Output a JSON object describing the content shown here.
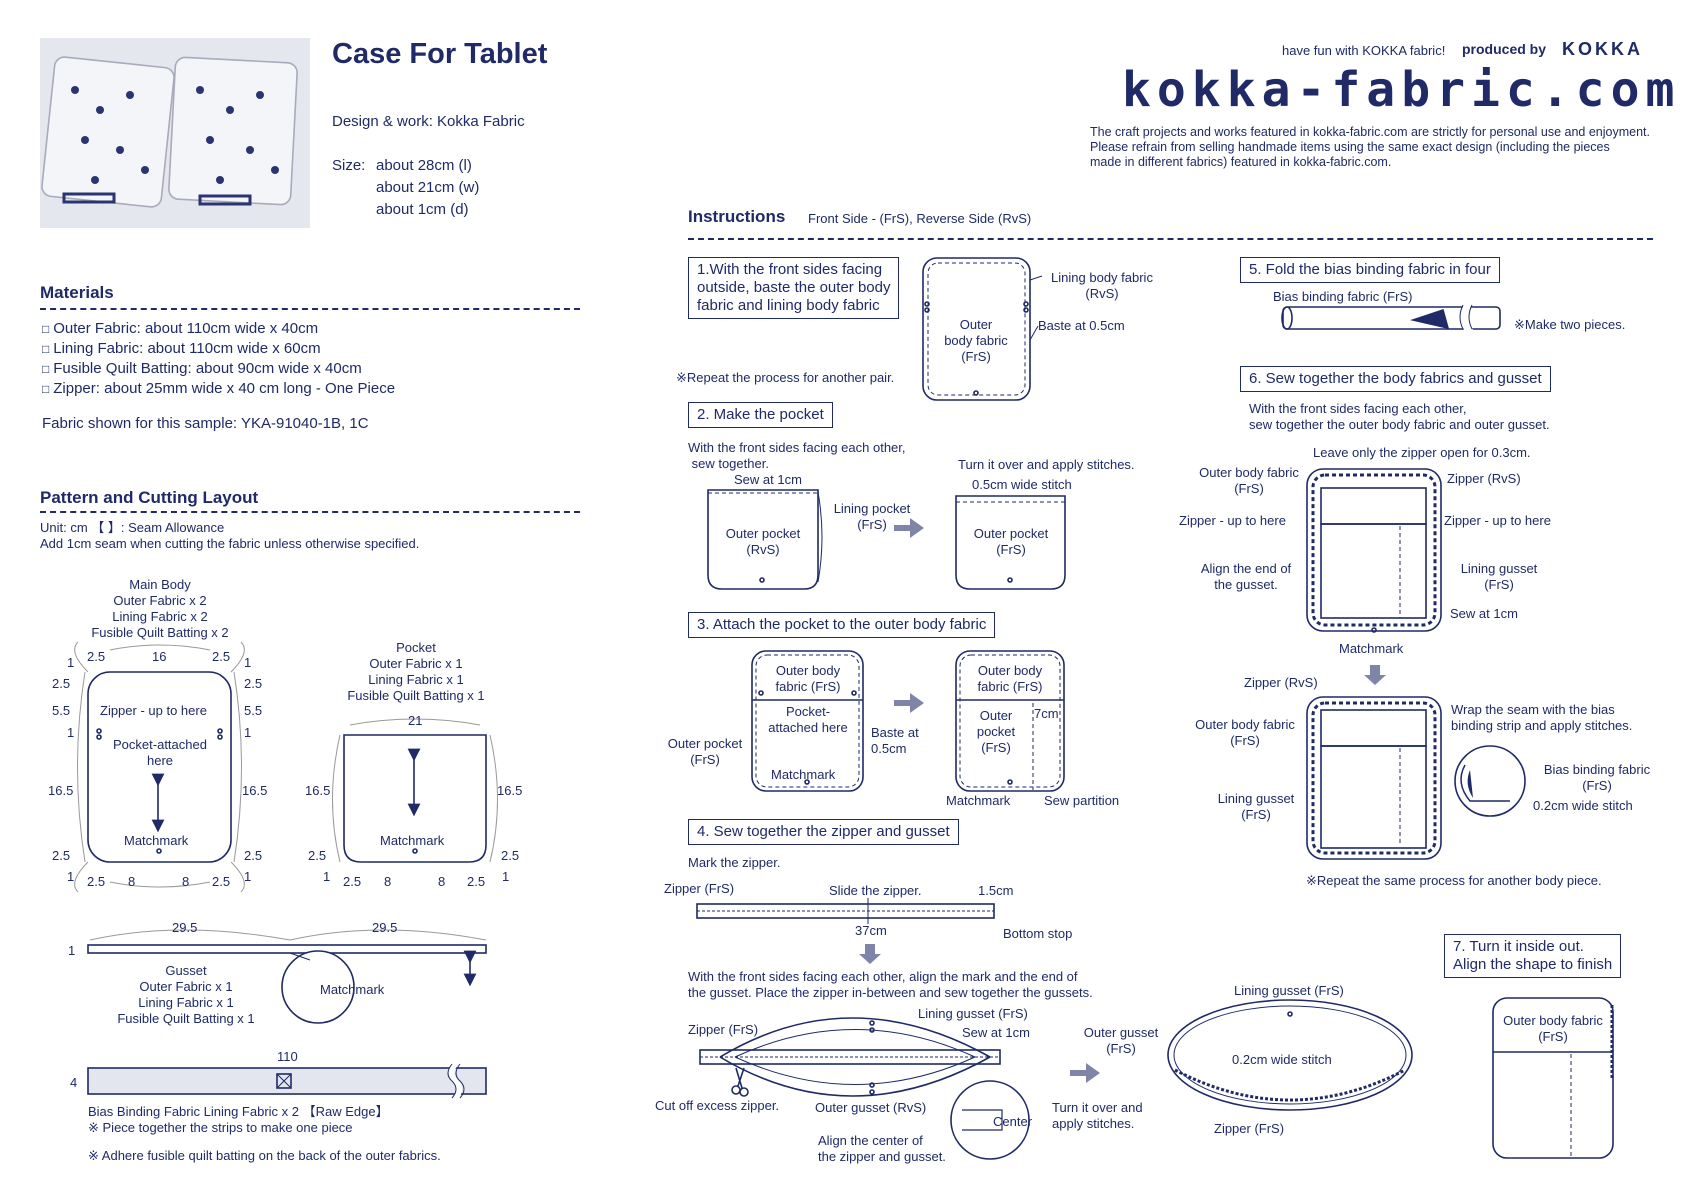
{
  "header": {
    "title": "Case For Tablet",
    "design": "Design & work: Kokka Fabric",
    "size_label": "Size:",
    "size_l": "about 28cm (l)",
    "size_w": "about 21cm (w)",
    "size_d": "about 1cm (d)",
    "tagline": "have fun with KOKKA fabric!",
    "produced_by": "produced by",
    "brand": "KOKKA",
    "site": "kokka-fabric.com",
    "notice": [
      "The craft projects and works featured in kokka-fabric.com are strictly for personal use and enjoyment.",
      "Please refrain from selling handmade items using the same exact design (including the pieces",
      "made in different fabrics) featured in kokka-fabric.com."
    ]
  },
  "materials": {
    "heading": "Materials",
    "items": [
      "Outer Fabric: about 110cm wide x 40cm",
      "Lining Fabric: about 110cm wide x 60cm",
      "Fusible Quilt Batting: about 90cm wide x 40cm",
      "Zipper: about 25mm wide x 40 cm long - One Piece"
    ],
    "sample": "Fabric shown for this sample: YKA-91040-1B, 1C"
  },
  "pattern": {
    "heading": "Pattern and Cutting Layout",
    "unit": "Unit: cm 【 】: Seam Allowance",
    "note": "Add 1cm seam when cutting the fabric unless otherwise specified.",
    "main_body": [
      "Main Body",
      "Outer Fabric x 2",
      "Lining Fabric x 2",
      "Fusible Quilt Batting x 2"
    ],
    "mb_zipper": "Zipper - up to here",
    "mb_pocket": "Pocket-attached\nhere",
    "mb_matchmark": "Matchmark",
    "pocket": [
      "Pocket",
      "Outer Fabric x 1",
      "Lining Fabric x 1",
      "Fusible Quilt Batting x 1"
    ],
    "pk_matchmark": "Matchmark",
    "gusset": [
      "Gusset",
      "Outer Fabric x 1",
      "Lining Fabric x 1",
      "Fusible Quilt Batting x 1"
    ],
    "gusset_matchmark": "Matchmark",
    "bias_label": "Bias Binding Fabric Lining Fabric x 2 【Raw Edge】",
    "bias_note": "※ Piece together the strips to make one piece",
    "adhere_note": "※ Adhere fusible quilt batting on the back of the outer fabrics.",
    "dims": {
      "mb_top_left": "2.5",
      "mb_top_mid": "16",
      "mb_top_right": "2.5",
      "mb_l1": "1",
      "mb_l2": "2.5",
      "mb_l3": "5.5",
      "mb_l4": "1",
      "mb_l5": "16.5",
      "mb_l6": "2.5",
      "mb_l7": "1",
      "mb_r1": "1",
      "mb_r2": "2.5",
      "mb_r3": "5.5",
      "mb_r4": "1",
      "mb_r5": "16.5",
      "mb_r6": "2.5",
      "mb_r7": "1",
      "mb_b1": "2.5",
      "mb_b2": "8",
      "mb_b3": "8",
      "mb_b4": "2.5",
      "pk_top": "21",
      "pk_left": "16.5",
      "pk_right": "16.5",
      "pk_bl": "2.5",
      "pk_br": "2.5",
      "pk_bl1": "1",
      "pk_br1": "1",
      "pk_b1": "2.5",
      "pk_b2": "8",
      "pk_b3": "8",
      "pk_b4": "2.5",
      "gusset_a": "29.5",
      "gusset_b": "29.5",
      "gusset_h": "1",
      "bias_len": "110",
      "bias_h": "4"
    }
  },
  "instructions": {
    "heading": "Instructions",
    "sides": "Front Side - (FrS), Reverse Side (RvS)",
    "s1_box": "1.With the front sides facing\noutside, baste the outer body\nfabric and lining body fabric",
    "s1_repeat": "※Repeat the process for another pair.",
    "s1_lining": "Lining body fabric\n(RvS)",
    "s1_baste": "Baste at 0.5cm",
    "s1_outer": "Outer\nbody fabric\n(FrS)",
    "s2_box": "2. Make the pocket",
    "s2_text": "With the front sides facing each other,\n sew together.",
    "s2_sew": "Sew at 1cm",
    "s2_lining": "Lining pocket\n(FrS)",
    "s2_outer_rvs": "Outer pocket\n(RvS)",
    "s2_turn": "Turn it over and apply stitches.",
    "s2_wide": "0.5cm wide stitch",
    "s2_outer_frs": "Outer pocket\n(FrS)",
    "s3_box": "3. Attach the pocket to the outer body fabric",
    "s3_outer_body": "Outer body\nfabric (FrS)",
    "s3_pocket_attached": "Pocket-\nattached here",
    "s3_matchmark": "Matchmark",
    "s3_outer_pocket": "Outer pocket\n(FrS)",
    "s3_baste": "Baste at\n0.5cm",
    "s3_outer_body2": "Outer body\nfabric (FrS)",
    "s3_outer_pocket2": "Outer\npocket\n(FrS)",
    "s3_7cm": "7cm",
    "s3_matchmark2": "Matchmark",
    "s3_partition": "Sew partition",
    "s4_box": "4. Sew together the zipper and gusset",
    "s4_mark": "Mark the zipper.",
    "s4_zipper": "Zipper (FrS)",
    "s4_slide": "Slide the zipper.",
    "s4_15": "1.5cm",
    "s4_37": "37cm",
    "s4_bottom": "Bottom stop",
    "s4_text": "With the front sides facing each other, align the mark and the end of\nthe gusset. Place the zipper in-between and sew together the gussets.",
    "s4_zipper2": "Zipper (FrS)",
    "s4_lining_gusset": "Lining gusset (FrS)",
    "s4_sew": "Sew at 1cm",
    "s4_cut": "Cut off excess zipper.",
    "s4_outer_gusset": "Outer gusset (RvS)",
    "s4_align": "Align the center of\nthe zipper and gusset.",
    "s4_center": "Center",
    "s4_outer_gusset2": "Outer gusset\n(FrS)",
    "s4_turn": "Turn it over and\napply stitches.",
    "s4_lining_gusset2": "Lining gusset (FrS)",
    "s4_02": "0.2cm wide stitch",
    "s4_zipper3": "Zipper (FrS)",
    "s5_box": "5. Fold the bias binding fabric in four",
    "s5_label": "Bias binding fabric (FrS)",
    "s5_two": "※Make two pieces.",
    "s6_box": "6. Sew together the body fabrics and gusset",
    "s6_text": "With the front sides facing each other,\nsew together the outer body fabric and outer gusset.",
    "s6_leave": "Leave only the zipper open for 0.3cm.",
    "s6_outer_body": "Outer body fabric\n(FrS)",
    "s6_zipper_rvs": "Zipper (RvS)",
    "s6_zip_up_l": "Zipper - up to here",
    "s6_zip_up_r": "Zipper - up to here",
    "s6_align": "Align the end of\nthe gusset.",
    "s6_lining_gusset": "Lining gusset\n(FrS)",
    "s6_sew": "Sew at 1cm",
    "s6_matchmark": "Matchmark",
    "s6_zipper_rvs2": "Zipper (RvS)",
    "s6_wrap": "Wrap the seam with the bias\nbinding strip and apply stitches.",
    "s6_outer_body2": "Outer body fabric\n(FrS)",
    "s6_bias": "Bias binding fabric\n(FrS)",
    "s6_lining_gusset2": "Lining gusset\n(FrS)",
    "s6_02": "0.2cm wide stitch",
    "s6_repeat": "※Repeat the same process for another body piece.",
    "s7_box": "7. Turn it inside out.\nAlign the shape to finish",
    "s7_outer": "Outer body fabric\n(FrS)"
  },
  "colors": {
    "navy": "#1f2a66",
    "arrow": "#7f85a8",
    "photo_bg": "#dfe3ea"
  }
}
